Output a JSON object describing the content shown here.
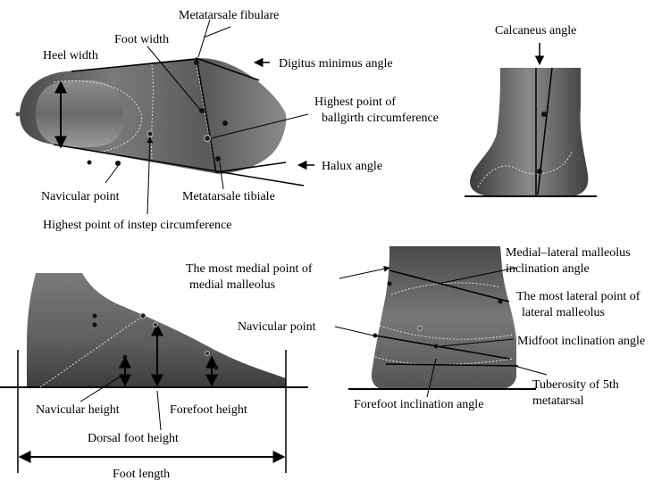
{
  "labels": {
    "metatarsale_fibulare": "Metatarsale fibulare",
    "foot_width": "Foot width",
    "heel_width": "Heel width",
    "digitus_minimus_angle": "Digitus minimus angle",
    "highest_ballgirth_1": "Highest point of",
    "highest_ballgirth_2": "ballgirth circumference",
    "halux_angle": "Halux angle",
    "navicular_point_top": "Navicular point",
    "metatarsale_tibiale": "Metatarsale tibiale",
    "highest_instep": "Highest point of instep circumference",
    "calcaneus_angle": "Calcaneus  angle",
    "medial_lateral_1": "Medial–lateral malleolus",
    "medial_lateral_2": "inclination angle",
    "most_medial_1": "The most medial point of",
    "most_medial_2": "medial malleolus",
    "most_lateral_1": "The most lateral point of",
    "most_lateral_2": "lateral malleolus",
    "navicular_point_front": "Navicular point",
    "midfoot_angle": "Midfoot inclination angle",
    "tuberosity_1": "Tuberosity of 5th",
    "tuberosity_2": "metatarsal",
    "forefoot_angle": "Forefoot inclination angle",
    "navicular_height": "Navicular height",
    "forefoot_height": "Forefoot height",
    "dorsal_height": "Dorsal foot height",
    "foot_length": "Foot length"
  },
  "colors": {
    "foot_dark": "#3c3c3c",
    "foot_mid": "#6e6e6e",
    "foot_light": "#a8a8a8",
    "line": "#000000"
  }
}
